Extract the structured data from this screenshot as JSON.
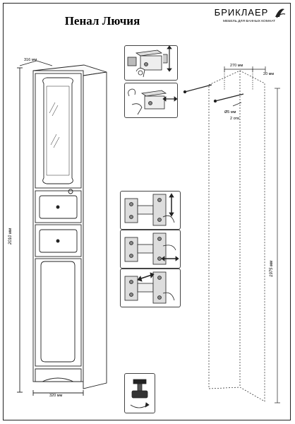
{
  "document": {
    "title": "Пенал Лючия",
    "brand": {
      "name": "БРИКЛАЕР",
      "slogan": "МЕБЕЛЬ ДЛЯ ВАННЫХ КОМНАТ"
    }
  },
  "dimensions": {
    "depth": "316 мм",
    "height": "2010 мм",
    "width": "320 мм",
    "spacing": "270 мм",
    "offset": "20 мм",
    "drill_diameter": "Ø5 мм",
    "holes": "2 отв.",
    "mount_height": "1975 мм"
  },
  "icons": {
    "adjust_top": "cabinet-hanger-adjust-icon",
    "adjust_bottom": "cabinet-hanger-adjust-icon",
    "hinges": [
      "hinge-vertical-adjust-icon",
      "hinge-depth-adjust-icon",
      "hinge-lateral-adjust-icon"
    ],
    "foot": "leveling-foot-icon"
  }
}
